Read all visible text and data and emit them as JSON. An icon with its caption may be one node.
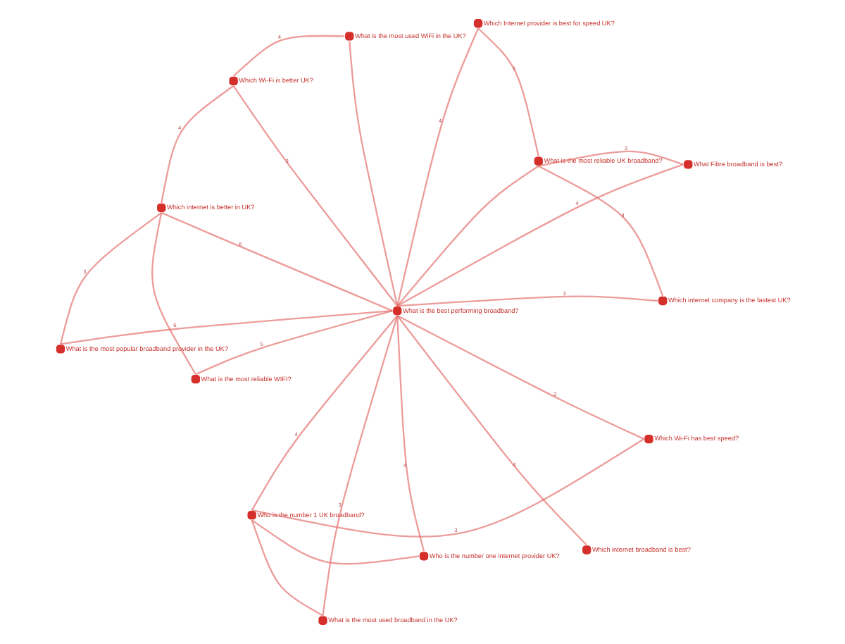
{
  "diagram": {
    "nodes": [
      {
        "text": [
          "Which internet company is the fastest UK?"
        ]
      },
      {
        "text": [
          "What Fibre broadband is best?"
        ]
      },
      {
        "text": [
          "Which Internet provider is best for speed UK?"
        ]
      },
      {
        "text": [
          "What is the most reliable UK broadband?"
        ]
      },
      {
        "text": [
          "What is the most used WiFi in the UK?"
        ]
      },
      {
        "text": [
          "What is the best performing broadband?"
        ]
      },
      {
        "text": [
          "Which Wi-Fi is better UK?"
        ]
      },
      {
        "text": [
          "Which internet is better in UK?"
        ]
      },
      {
        "text": [
          "Who is the number 1 UK broadband?"
        ]
      },
      {
        "text": [
          "What is the most popular broadband provider in the UK?"
        ]
      },
      {
        "text": [
          "What is the most used broadband in the UK?"
        ]
      },
      {
        "text": [
          "Who is the number one internet provider UK?"
        ]
      },
      {
        "text": [
          "What is the most reliable WIFI?"
        ]
      },
      {
        "text": [
          "Which internet broadband is best?"
        ]
      },
      {
        "text": [
          "Which Wi-Fi has best speed?"
        ]
      }
    ],
    "edges": [
      {
        "from": 5,
        "to": 0,
        "arrow": "none",
        "label": "3"
      },
      {
        "from": 3,
        "to": 0,
        "arrow": "none",
        "label": "4"
      },
      {
        "from": 3,
        "to": 2,
        "arrow": "none",
        "label": "5"
      },
      {
        "from": 5,
        "to": 2,
        "arrow": "none",
        "label": "4"
      },
      {
        "from": 1,
        "to": 3,
        "arrow": "none",
        "label": "3"
      },
      {
        "from": 1,
        "to": 5,
        "arrow": "none",
        "label": "4"
      },
      {
        "from": 3,
        "to": 5,
        "arrow": "none"
      },
      {
        "from": 4,
        "to": 5,
        "arrow": "none"
      },
      {
        "from": 6,
        "to": 4,
        "arrow": "none",
        "label": "4"
      },
      {
        "from": 6,
        "to": 5,
        "arrow": "none",
        "label": "3"
      },
      {
        "from": 6,
        "to": 7,
        "arrow": "none",
        "label": "4"
      },
      {
        "from": 9,
        "to": 7,
        "arrow": "none",
        "label": "3"
      },
      {
        "from": 9,
        "to": 5,
        "arrow": "none",
        "label": "6"
      },
      {
        "from": 7,
        "to": 5,
        "arrow": "none",
        "label": "6"
      },
      {
        "from": 8,
        "to": 5,
        "arrow": "none",
        "label": "4"
      },
      {
        "from": 10,
        "to": 5,
        "arrow": "none",
        "label": "3"
      },
      {
        "from": 10,
        "to": 8,
        "arrow": "none"
      },
      {
        "from": 11,
        "to": 5,
        "arrow": "none",
        "label": "4"
      },
      {
        "from": 11,
        "to": 8,
        "arrow": "none"
      },
      {
        "from": 12,
        "to": 5,
        "arrow": "none",
        "label": "5"
      },
      {
        "from": 12,
        "to": 7,
        "arrow": "none"
      },
      {
        "from": 13,
        "to": 5,
        "arrow": "none",
        "label": "4"
      },
      {
        "from": 14,
        "to": 5,
        "arrow": "none",
        "label": "3"
      },
      {
        "from": 14,
        "to": 8,
        "arrow": "none",
        "label": "3"
      }
    ]
  }
}
